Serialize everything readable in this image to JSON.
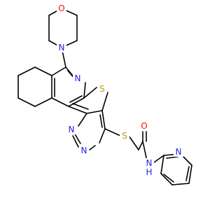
{
  "colors": {
    "background": "#ffffff",
    "bond": "#000000",
    "nitrogen": "#1f1fe6",
    "oxygen": "#ff0d0d",
    "sulfur": "#b3a200"
  },
  "atoms": [
    {
      "id": "O1",
      "label": "O",
      "element": "oxygen"
    },
    {
      "id": "N_morph",
      "label": "N",
      "element": "nitrogen"
    },
    {
      "id": "N_pyr1",
      "label": "N",
      "element": "nitrogen"
    },
    {
      "id": "S_ring",
      "label": "S",
      "element": "sulfur"
    },
    {
      "id": "N_pm1",
      "label": "N",
      "element": "nitrogen"
    },
    {
      "id": "N_pm2",
      "label": "N",
      "element": "nitrogen"
    },
    {
      "id": "S_chain",
      "label": "S",
      "element": "sulfur"
    },
    {
      "id": "O_amide",
      "label": "O",
      "element": "oxygen"
    },
    {
      "id": "N_amide",
      "label": "N",
      "element": "nitrogen"
    },
    {
      "id": "H_amide",
      "label": "H",
      "element": "nitrogen"
    },
    {
      "id": "N_pyridine",
      "label": "N",
      "element": "nitrogen"
    }
  ]
}
